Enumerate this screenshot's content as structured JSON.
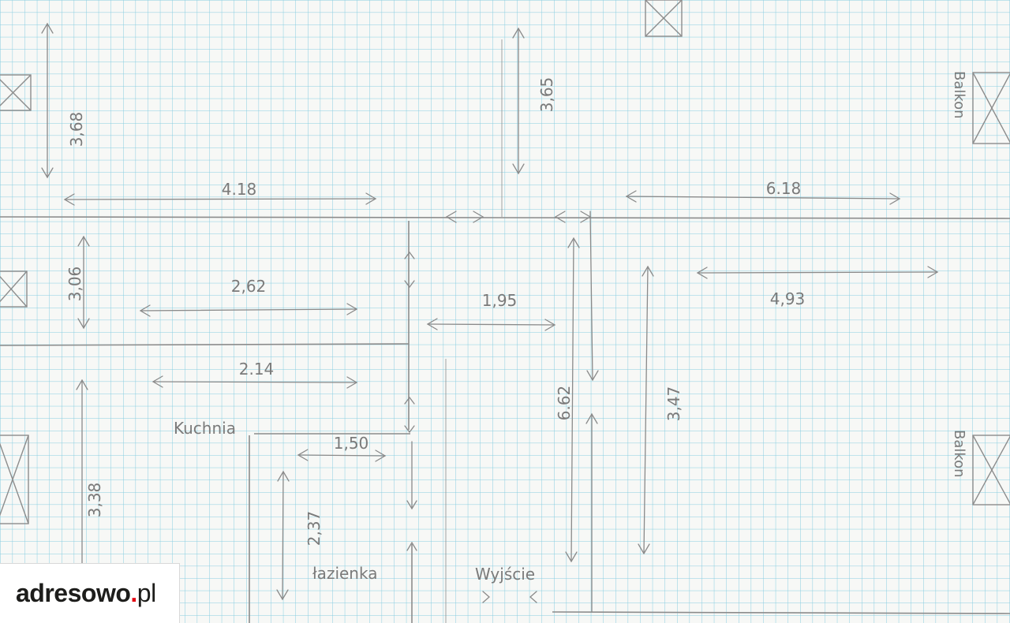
{
  "colors": {
    "grid": "#7cc6dc",
    "pencil": "#8a8a8a",
    "logo_dot": "#e30613"
  },
  "dimensions": [
    "3,68",
    "3,65",
    "4.18",
    "6.18",
    "3,06",
    "2,62",
    "1,95",
    "4,93",
    "2.14",
    "6.62",
    "3,47",
    "1,50",
    "3,38",
    "2,37"
  ],
  "labels": {
    "kuchnia": "Kuchnia",
    "lazienka": "łazienka",
    "wyjscie": "Wyjście",
    "balkon_top": "Balkon",
    "balkon_bottom": "Balkon"
  },
  "logo": {
    "name": "adresowo",
    "dot": ".",
    "tld": "pl"
  }
}
